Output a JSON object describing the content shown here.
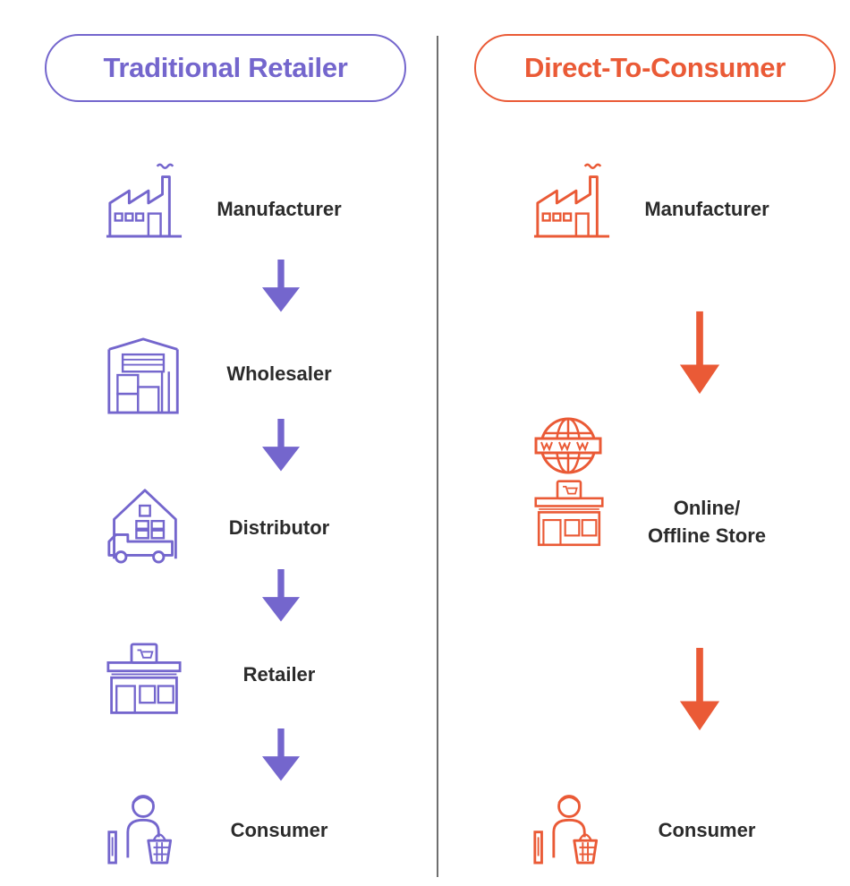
{
  "colors": {
    "traditional": "#7466cd",
    "dtc": "#ea5a36",
    "text": "#2b2b2b",
    "divider": "#6f6f6f"
  },
  "traditional": {
    "title": "Traditional Retailer",
    "steps": [
      {
        "label": "Manufacturer",
        "icon": "factory-icon"
      },
      {
        "label": "Wholesaler",
        "icon": "warehouse-icon"
      },
      {
        "label": "Distributor",
        "icon": "delivery-truck-warehouse-icon"
      },
      {
        "label": "Retailer",
        "icon": "shop-icon"
      },
      {
        "label": "Consumer",
        "icon": "shopper-with-basket-icon"
      }
    ]
  },
  "dtc": {
    "title": "Direct-To-Consumer",
    "steps": [
      {
        "label": "Manufacturer",
        "icon": "factory-icon"
      },
      {
        "label_line1": "Online/",
        "label_line2": "Offline Store",
        "icon": "globe-shop-icon"
      },
      {
        "label": "Consumer",
        "icon": "shopper-with-basket-icon"
      }
    ]
  }
}
